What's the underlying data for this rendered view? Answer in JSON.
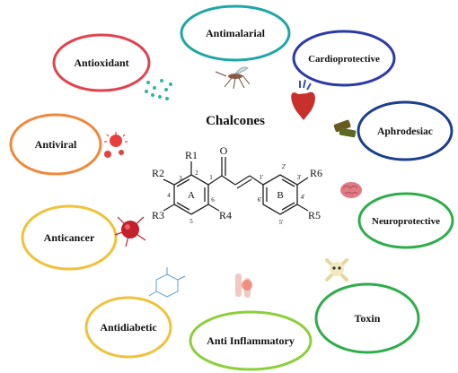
{
  "center": {
    "title": "Chalcones",
    "atoms": {
      "O": "O",
      "R1": "R1",
      "R2": "R2",
      "R3": "R3",
      "R4": "R4",
      "R5": "R5",
      "R6": "R6",
      "ringA": "A",
      "ringB": "B",
      "n1": "1",
      "n2": "2",
      "n3": "3",
      "n4": "4",
      "n5": "5",
      "n6": "6",
      "p1": "1'",
      "p2": "2'",
      "p3": "3'",
      "p4": "4'",
      "p5": "5'",
      "p6": "6'"
    }
  },
  "activities": [
    {
      "id": "antimalarial",
      "label": "Antimalarial",
      "color": "#1fa6a6",
      "icon": "mosquito-icon"
    },
    {
      "id": "cardioprotective",
      "label": "Cardioprotective",
      "color": "#2a3aa8",
      "icon": "heart-icon"
    },
    {
      "id": "aphrodesiac",
      "label": "Aphrodesiac",
      "color": "#1c3f8c",
      "icon": "herb-icon"
    },
    {
      "id": "neuroprotective",
      "label": "Neuroprotective",
      "color": "#2eae4a",
      "icon": "brain-icon"
    },
    {
      "id": "toxin",
      "label": "Toxin",
      "color": "#2eae4a",
      "icon": "skull-crossbones-icon"
    },
    {
      "id": "anti-inflammatory",
      "label": "Anti Inflammatory",
      "color": "#8ccf3a",
      "icon": "inflamed-joint-icon"
    },
    {
      "id": "antidiabetic",
      "label": "Antidiabetic",
      "color": "#f0c23a",
      "icon": "glucose-molecule-icon"
    },
    {
      "id": "anticancer",
      "label": "Anticancer",
      "color": "#f0c23a",
      "icon": "cancer-cell-icon"
    },
    {
      "id": "antiviral",
      "label": "Antiviral",
      "color": "#f0883a",
      "icon": "virus-icon"
    },
    {
      "id": "antioxidant",
      "label": "Antioxidant",
      "color": "#e0434f",
      "icon": "molecules-icon"
    }
  ]
}
